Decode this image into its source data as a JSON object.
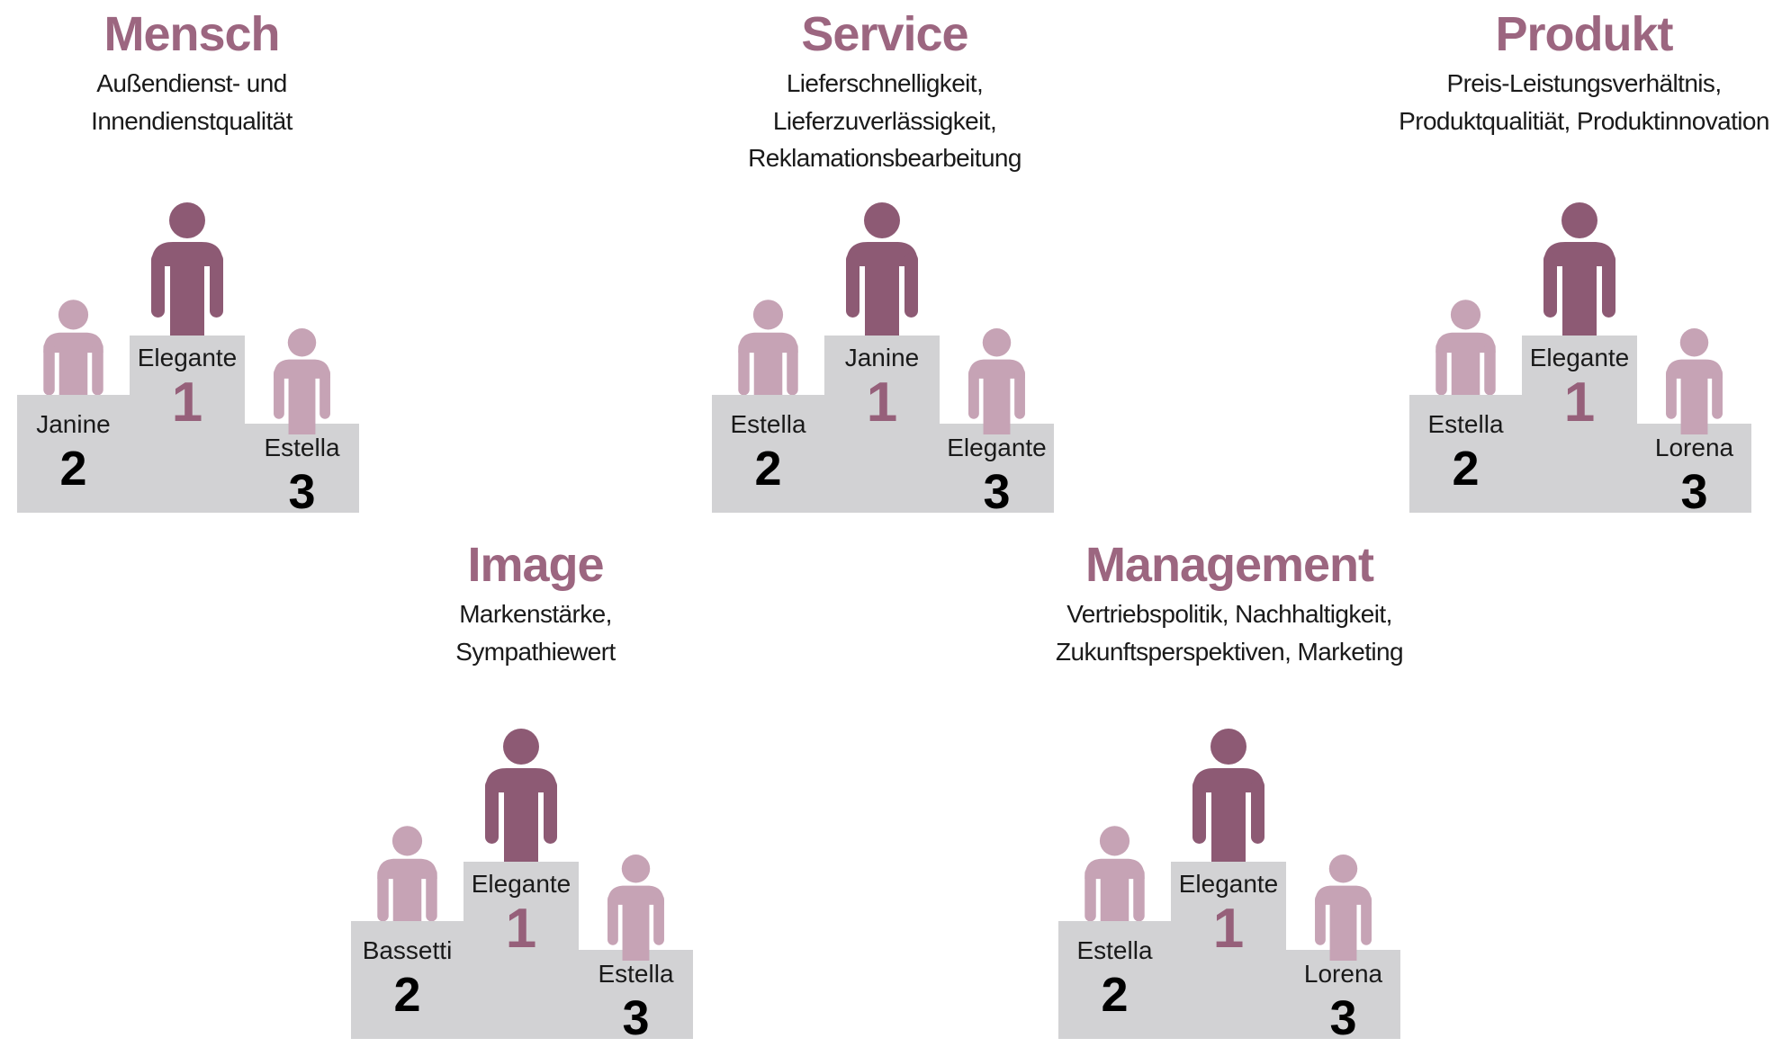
{
  "colors": {
    "heading": "#9c6680",
    "winner_figure": "#8d5a74",
    "runner_up_figure": "#c6a3b5",
    "podium_block": "#d2d2d4",
    "rank_one_number": "#96607a",
    "body_text": "#1a1a1a",
    "background": "#ffffff"
  },
  "sections": [
    {
      "title": "Mensch",
      "subtitle": "Außendienst- und\nInnendienstqualität",
      "podium": {
        "first": {
          "name": "Elegante",
          "rank": "1"
        },
        "second": {
          "name": "Janine",
          "rank": "2"
        },
        "third": {
          "name": "Estella",
          "rank": "3"
        }
      }
    },
    {
      "title": "Service",
      "subtitle": "Lieferschnelligkeit,\nLieferzuverlässigkeit,\nReklamationsbearbeitung",
      "podium": {
        "first": {
          "name": "Janine",
          "rank": "1"
        },
        "second": {
          "name": "Estella",
          "rank": "2"
        },
        "third": {
          "name": "Elegante",
          "rank": "3"
        }
      }
    },
    {
      "title": "Produkt",
      "subtitle": "Preis-Leistungsverhältnis,\nProduktqualitiät, Produktinnovation",
      "podium": {
        "first": {
          "name": "Elegante",
          "rank": "1"
        },
        "second": {
          "name": "Estella",
          "rank": "2"
        },
        "third": {
          "name": "Lorena",
          "rank": "3"
        }
      }
    },
    {
      "title": "Image",
      "subtitle": "Markenstärke,\nSympathiewert",
      "podium": {
        "first": {
          "name": "Elegante",
          "rank": "1"
        },
        "second": {
          "name": "Bassetti",
          "rank": "2"
        },
        "third": {
          "name": "Estella",
          "rank": "3"
        }
      }
    },
    {
      "title": "Management",
      "subtitle": "Vertriebspolitik, Nachhaltigkeit,\nZukunftsperspektiven, Marketing",
      "podium": {
        "first": {
          "name": "Elegante",
          "rank": "1"
        },
        "second": {
          "name": "Estella",
          "rank": "2"
        },
        "third": {
          "name": "Lorena",
          "rank": "3"
        }
      }
    }
  ]
}
